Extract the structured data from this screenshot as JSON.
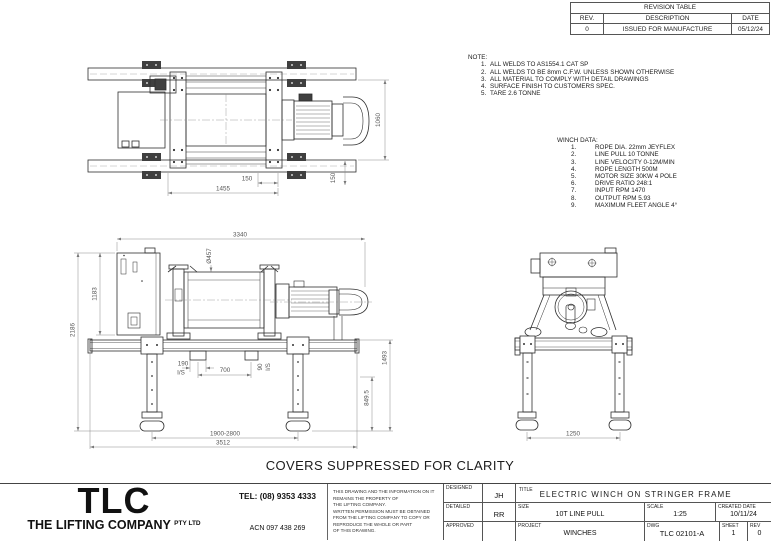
{
  "revision_table": {
    "title": "REVISION TABLE",
    "col_rev": "REV.",
    "col_description": "DESCRIPTION",
    "col_date": "DATE",
    "rows": [
      {
        "rev": "0",
        "description": "ISSUED FOR MANUFACTURE",
        "date": "05/12/24"
      }
    ]
  },
  "notes": {
    "heading": "NOTE:",
    "items": [
      {
        "num": "1.",
        "text": "ALL WELDS TO AS1554.1 CAT SP"
      },
      {
        "num": "2.",
        "text": "ALL WELDS TO BE 8mm C.F.W. UNLESS SHOWN OTHERWISE"
      },
      {
        "num": "3.",
        "text": "ALL MATERIAL TO COMPLY WITH DETAIL DRAWINGS"
      },
      {
        "num": "4.",
        "text": "SURFACE FINISH TO CUSTOMERS SPEC."
      },
      {
        "num": "5.",
        "text": "TARE 2.6 TONNE"
      }
    ]
  },
  "winch_data": {
    "heading": "WINCH DATA:",
    "items": [
      {
        "num": "1.",
        "text": "ROPE DIA. 22mm JEYFLEX"
      },
      {
        "num": "2.",
        "text": "LINE PULL 10 TONNE"
      },
      {
        "num": "3.",
        "text": "LINE VELOCITY 0-12M/MIN"
      },
      {
        "num": "4.",
        "text": "ROPE LENGTH 500M"
      },
      {
        "num": "5.",
        "text": "MOTOR SIZE 30KW 4 POLE"
      },
      {
        "num": "6.",
        "text": "DRIVE RATIO 248:1"
      },
      {
        "num": "7.",
        "text": "INPUT RPM 1470"
      },
      {
        "num": "8.",
        "text": "OUTPUT RPM 5.93"
      },
      {
        "num": "9.",
        "text": "MAXIMUM FLEET ANGLE 4°"
      }
    ]
  },
  "dimensions": {
    "plan": {
      "rail_spacing": "1060",
      "offset_a": "150",
      "frame_length": "1455",
      "offset_b": "150"
    },
    "elevation": {
      "overall_length": "3340",
      "drum_dia": "Ø457",
      "cabinet_height": "1183",
      "overall_height": "2186",
      "d190": "190",
      "is_a": "I/S",
      "d700": "700",
      "d90": "90",
      "is_b": "I/S",
      "d1493": "1493",
      "d849_5": "849.5",
      "leg_range": "1900-2800",
      "base_length": "3512"
    },
    "end": {
      "leg_spacing": "1250"
    }
  },
  "clarity_note": "COVERS SUPPRESSED FOR CLARITY",
  "title_block": {
    "company": {
      "logo": "TLC",
      "name": "THE LIFTING COMPANY",
      "suffix": "PTY LTD",
      "tel": "TEL: (08) 9353 4333",
      "acn": "ACN 097 438 269"
    },
    "disclaimer_lines": [
      "THIS DRAWING AND THE INFORMATION ON IT",
      "REMAINS THE PROPERTY OF",
      "THE LIFTING COMPANY.",
      "WRITTEN PERMISSION MUST BE OBTAINED",
      "FROM THE LIFTING COMPANY TO COPY OR",
      "REPRODUCE THE WHOLE OR PART",
      "OF THIS DRAWING."
    ],
    "designed": {
      "label": "DESIGNED",
      "value": "JH"
    },
    "detailed": {
      "label": "DETAILED",
      "value": "RR"
    },
    "approved": {
      "label": "APPROVED",
      "value": ""
    },
    "title": {
      "label": "TITLE",
      "value": "ELECTRIC WINCH ON STRINGER FRAME"
    },
    "size": {
      "label": "SIZE",
      "value": "10T LINE PULL"
    },
    "scale": {
      "label": "SCALE",
      "value": "1:25"
    },
    "created": {
      "label": "CREATED DATE",
      "value": "10/11/24"
    },
    "project": {
      "label": "PROJECT",
      "value": "WINCHES"
    },
    "dwg": {
      "label": "DWG",
      "value": "TLC 02101-A"
    },
    "sheet": {
      "label": "SHEET",
      "value": "1"
    },
    "rev": {
      "label": "REV",
      "value": "0"
    }
  }
}
